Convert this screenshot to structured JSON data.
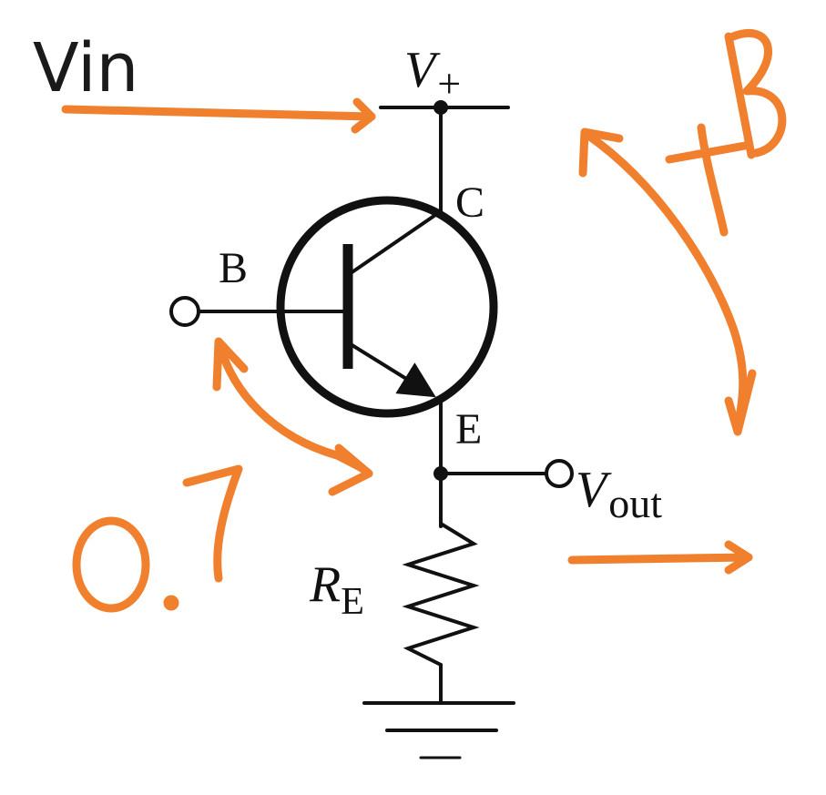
{
  "circuit": {
    "supply_label": "V",
    "supply_subscript": "+",
    "collector_label": "C",
    "base_label": "B",
    "emitter_label": "E",
    "output_label": "V",
    "output_subscript": "out",
    "resistor_label": "R",
    "resistor_subscript": "E",
    "ground_minus": "−"
  },
  "annotations": {
    "input_label": "Vin",
    "beta_label": "+B",
    "drop_label": "0.7"
  },
  "colors": {
    "ink": "#111111",
    "annotation": "#F07F2E",
    "background": "#ffffff"
  }
}
